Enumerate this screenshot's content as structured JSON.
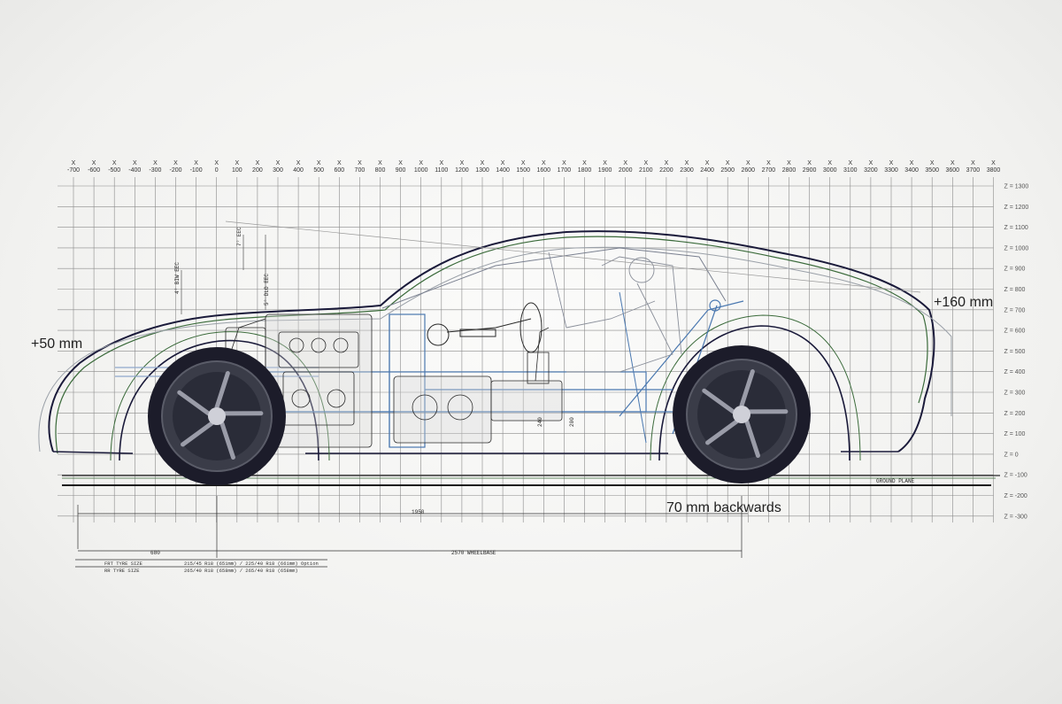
{
  "x_axis": {
    "marker": "X",
    "ticks": [
      "-700",
      "-600",
      "-500",
      "-400",
      "-300",
      "-200",
      "-100",
      "0",
      "100",
      "200",
      "300",
      "400",
      "500",
      "600",
      "700",
      "800",
      "900",
      "1000",
      "1100",
      "1200",
      "1300",
      "1400",
      "1500",
      "1600",
      "1700",
      "1800",
      "1900",
      "2000",
      "2100",
      "2200",
      "2300",
      "2400",
      "2500",
      "2600",
      "2700",
      "2800",
      "2900",
      "3000",
      "3100",
      "3200",
      "3300",
      "3400",
      "3500",
      "3600",
      "3700",
      "3800"
    ]
  },
  "z_axis": {
    "ticks": [
      "Z = 1300",
      "Z = 1200",
      "Z = 1100",
      "Z = 1000",
      "Z = 900",
      "Z = 800",
      "Z = 700",
      "Z = 600",
      "Z = 500",
      "Z = 400",
      "Z = 300",
      "Z = 200",
      "Z = 100",
      "Z = 0",
      "Z = -100",
      "Z = -200",
      "Z = -300"
    ]
  },
  "annotations": {
    "front_height": "+50 mm",
    "rear_height": "+160 mm",
    "rear_axle_shift": "70 mm backwards"
  },
  "drawing_labels": {
    "ground_plane": "GROUND PLANE",
    "wheelbase": "2570 WHEELBASE",
    "dim_1950": "1950",
    "dim_680": "680",
    "dim_200": "200",
    "dim_240": "240",
    "angle_1": "7° EEC",
    "angle_2": "4° BIW EEC",
    "angle_3": "5° DLO EEC"
  },
  "tyre_table": {
    "row1_label": "FRT TYRE SIZE",
    "row1_value": "215/45 R18 (651mm) / 225/40 R18 (661mm) Option",
    "row2_label": "RR TYRE SIZE",
    "row2_value": "265/40 R18 (658mm) / 265/40 R18 (658mm)"
  },
  "colors": {
    "grid": "#8a8a8a",
    "body_outline": "#1a1a3a",
    "body_green": "#3a6a3a",
    "chassis_blue": "#4a78b0",
    "wheel_dark": "#1c1c2a"
  }
}
